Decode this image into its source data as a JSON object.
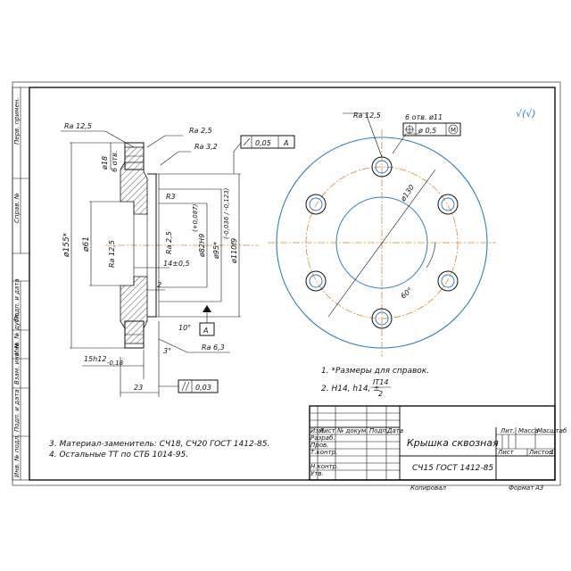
{
  "side_stamp": {
    "cells": [
      "Перв. примен.",
      "Справ. №",
      "Подп. и дата",
      "Инв. № дубл.",
      "Взам. инв. №",
      "Подп. и дата",
      "Инв. № подл."
    ]
  },
  "roughness_general": "√(√)",
  "section_view": {
    "ra_top_left": "Ra 12,5",
    "ra_top_mid": "Ra 2,5",
    "ra_top_right": "Ra 3,2",
    "flatness": {
      "value": "0,05",
      "datum": "A"
    },
    "dim_hole": "ø18",
    "dim_holes_count": "6 отв.",
    "dim_d155": "ø155*",
    "dim_d61": "ø61",
    "ra_inner": "Ra 12,5",
    "ra_inner2": "Ra 2,5",
    "dim_r3": "R3",
    "dim_d82": "ø82H9",
    "dim_d82_tol": "(+0,087)",
    "dim_d95": "ø95*",
    "dim_d110": "ø110f9",
    "dim_d110_tol": "(-0,036 / -0,123)",
    "dim_14": "14±0,5",
    "dim_2": "2",
    "dim_10deg": "10°",
    "datum_a": "A",
    "ra_bottom": "Ra 6,3",
    "dim_3deg": "3°",
    "dim_15": "15h12",
    "dim_15_tol": "-0,18",
    "dim_23": "23",
    "parallelism": {
      "value": "0,03"
    }
  },
  "plan_view": {
    "ra": "Ra 12,5",
    "holes_note": "6 отв. ø11",
    "position_tol": "ø 0,5",
    "position_mod": "M",
    "dim_d130": "ø130",
    "dim_60deg": "60°"
  },
  "notes_right": [
    "1. *Размеры для справок.",
    "2. H14, h14, ±"
  ],
  "notes_fraction": {
    "num": "IT14",
    "den": "2"
  },
  "notes_left": [
    "3. Материал-заменитель: СЧ18, СЧ20 ГОСТ 1412-85.",
    "4. Остальные ТТ по СТБ 1014-95."
  ],
  "title_block": {
    "headers": [
      "Изм.",
      "Лист",
      "№ докум.",
      "Подп.",
      "Дата"
    ],
    "roles": [
      "Разраб.",
      "Пров.",
      "Т.контр.",
      "",
      "Н.контр.",
      "Утв."
    ],
    "title": "Крышка сквозная",
    "material": "СЧ15 ГОСТ 1412-85",
    "lit_label": "Лит.",
    "mass_label": "Масса",
    "scale_label": "Масштаб",
    "sheet_label": "Лист",
    "sheets_label": "Листов",
    "sheets_value": "1",
    "copied": "Копировал",
    "format": "Формат",
    "format_value": "А3"
  }
}
